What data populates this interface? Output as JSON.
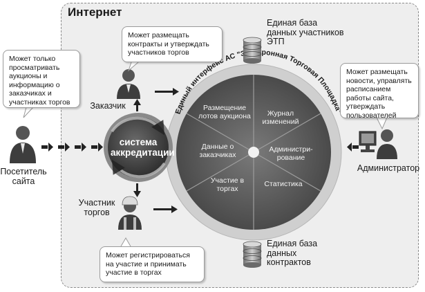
{
  "frame_title": "Интернет",
  "visitor": {
    "note": "Может только просматривать аукционы и информацию о заказчиках и участниках торгов",
    "label": "Посетитель сайта"
  },
  "customer": {
    "note": "Может размещать контракты и утверждать участников торгов",
    "label": "Заказчик"
  },
  "participant": {
    "note": "Может регистрироваться на участие и принимать участие в торгах",
    "label": "Участник торгов"
  },
  "admin": {
    "note": "Может размещать новости, управлять расписанием работы сайта, утверждать пользователей",
    "label": "Администратор"
  },
  "accreditation": "система аккредитации",
  "db_top": "Единая база данных участников ЭТП",
  "db_bottom": "Единая база данных контрактов",
  "interface_title": "Единый интерфейс АС \"Электронная Торговая Площадка\"",
  "segments": {
    "lots": "Размещение лотов аукциона",
    "journal": "Журнал изменений",
    "admin": "Администри-рование",
    "stats": "Статистика",
    "participation": "Участие в торгах",
    "customers": "Данные о заказчиках"
  },
  "colors": {
    "frame_bg": "#eeeeee",
    "disc_dark": "#595959",
    "disc_ring": "#d0d0d0",
    "accreditation": "#4d4d4d"
  }
}
